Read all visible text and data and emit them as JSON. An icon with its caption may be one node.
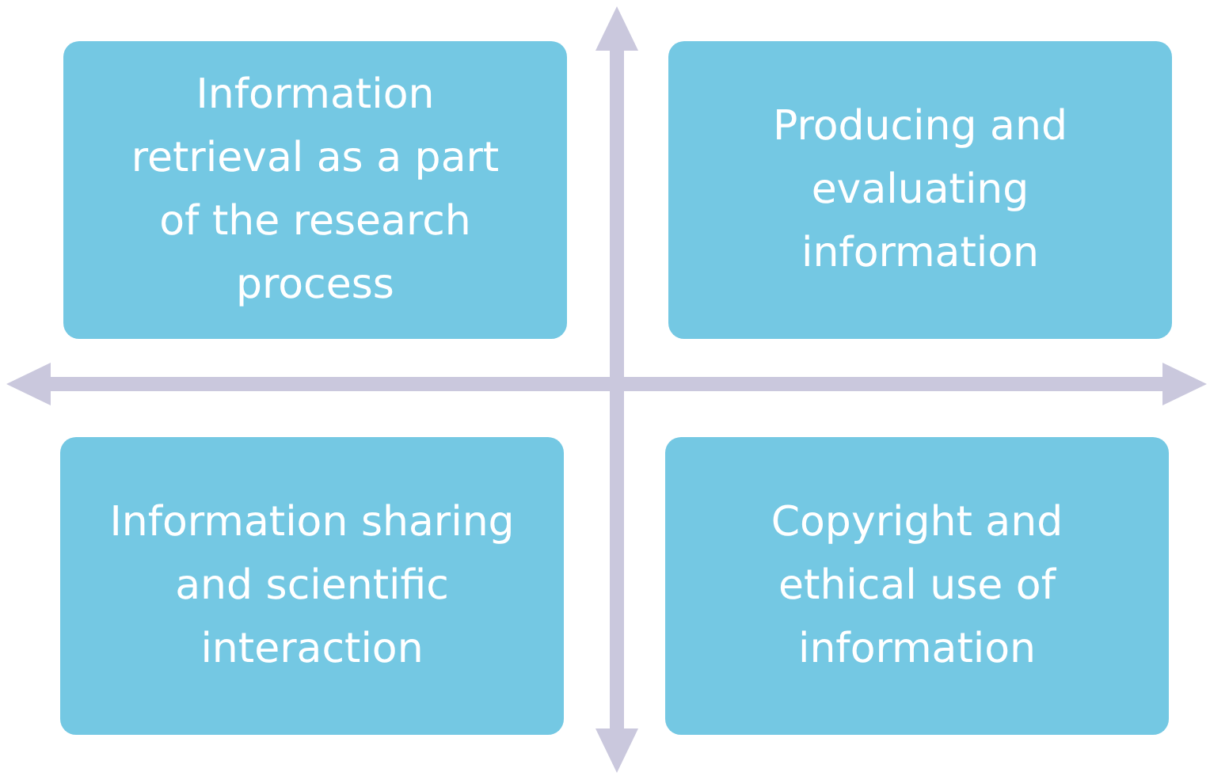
{
  "diagram": {
    "nodes": [
      {
        "text": [
          "Information retrieval as a part of the research process"
        ]
      },
      {
        "text": [
          "Producing and evaluating information"
        ]
      },
      {
        "text": [
          "Information sharing and scientific interaction"
        ]
      },
      {
        "text": [
          "Copyright and ethical use of information"
        ]
      }
    ]
  }
}
